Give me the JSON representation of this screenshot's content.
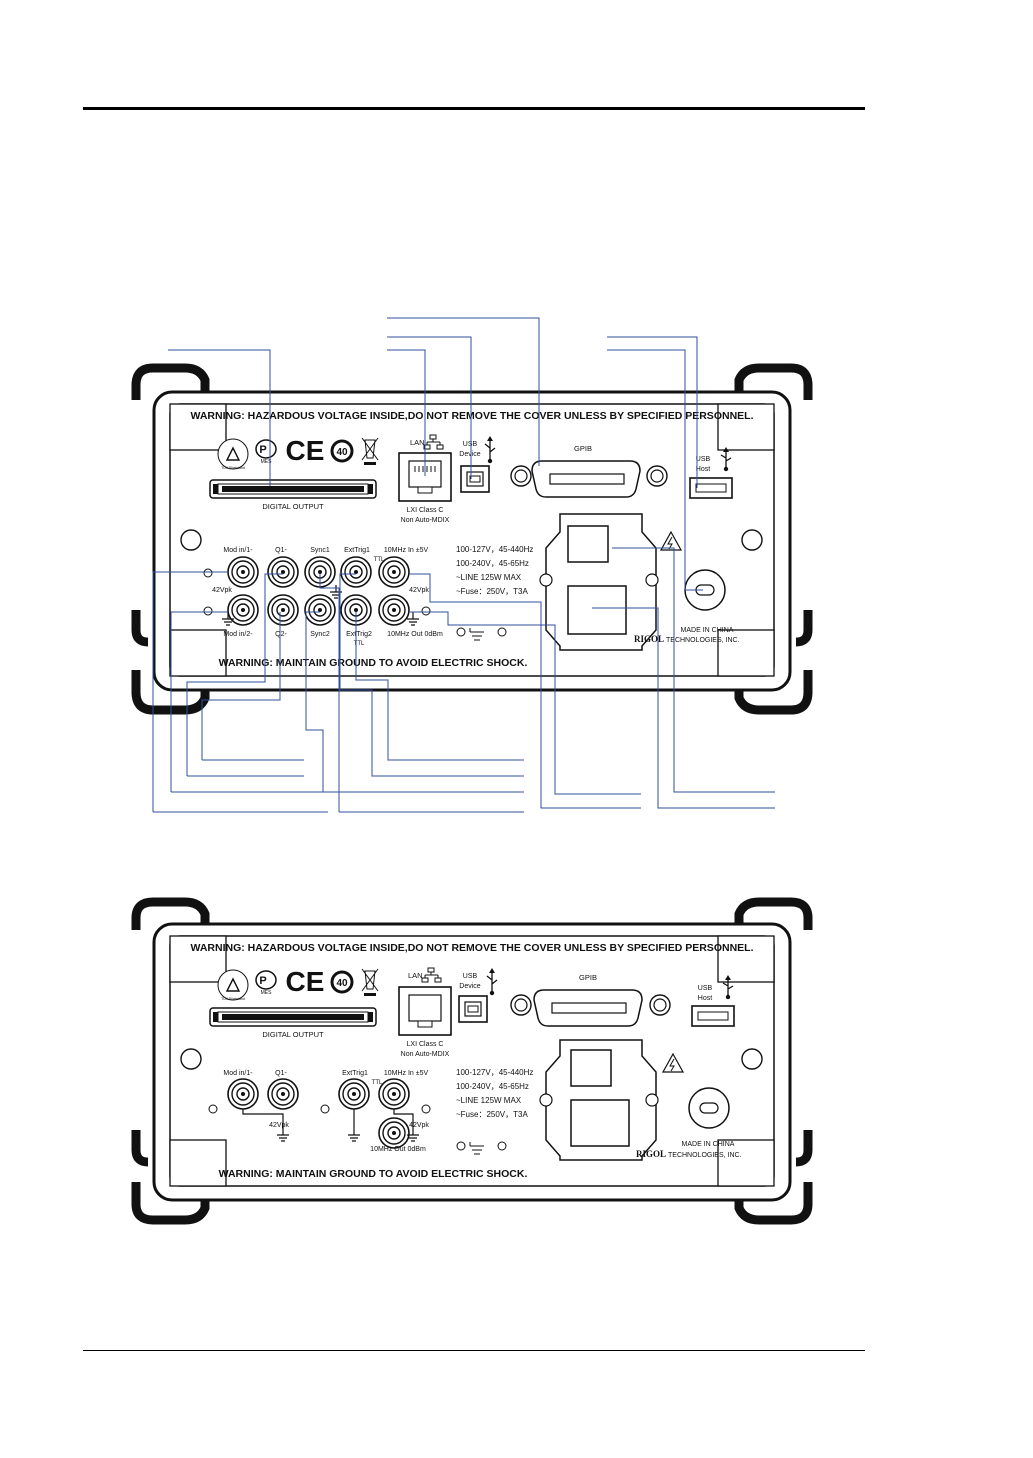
{
  "panel": {
    "warning_top": "WARNING: HAZARDOUS VOLTAGE INSIDE,DO NOT REMOVE THE COVER  UNLESS BY SPECIFIED PERSONNEL.",
    "warning_bottom": "WARNING: MAINTAIN GROUND TO AVOID ELECTRIC SHOCK.",
    "digital_output": "DIGITAL OUTPUT",
    "lan": "LAN",
    "lxi_line1": "LXI Class C",
    "lxi_line2": "Non Auto-MDIX",
    "usb_device_1": "USB",
    "usb_device_2": "Device",
    "gpib": "GPIB",
    "usb_host_1": "USB",
    "usb_host_2": "Host",
    "power_line1": "100-127V，45-440Hz",
    "power_line2": "100-240V，45-65Hz",
    "power_line3": "~LINE 125W MAX",
    "power_line4": "~Fuse：250V，T3A",
    "made_in": "MADE IN CHINA",
    "brand": "RIGOL",
    "company": "TECHNOLOGIES, INC.",
    "mes": "MES",
    "ce": "CE",
    "forty": "40",
    "cert_text": "TÜV Rheinland"
  },
  "connectors": {
    "mod_in1": "Mod in/1-",
    "q1": "Q1-",
    "sync1": "Sync1",
    "exttrig1": "ExtTrig1",
    "ttl": "TTL",
    "ref_in": "10MHz In ±5V",
    "vpk": "42Vpk",
    "mod_in2": "Mod in/2-",
    "q2": "Q2-",
    "sync2": "Sync2",
    "exttrig2": "ExtTrig2",
    "ref_out": "10MHz Out 0dBm"
  }
}
